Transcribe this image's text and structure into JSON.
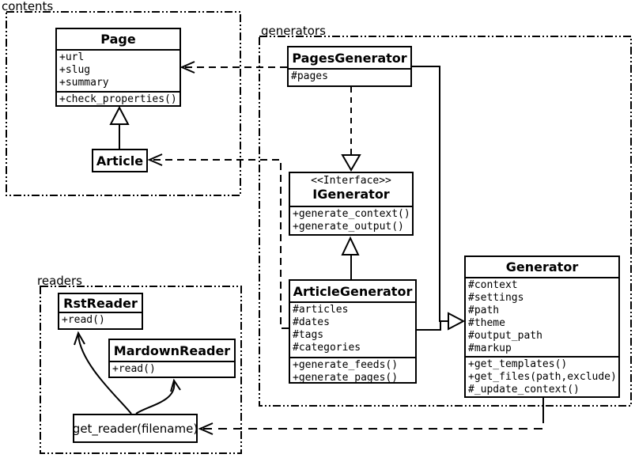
{
  "diagram_type": "uml-class-diagram",
  "colors": {
    "line": "#000000",
    "background": "#ffffff",
    "box_fill": "#ffffff",
    "text": "#000000"
  },
  "packages": {
    "contents": {
      "label": "contents"
    },
    "generators": {
      "label": "generators"
    },
    "readers": {
      "label": "readers"
    }
  },
  "classes": {
    "page": {
      "title": "Page",
      "attrs": [
        "+url",
        "+slug",
        "+summary"
      ],
      "methods": [
        "+check_properties()"
      ]
    },
    "article": {
      "title": "Article"
    },
    "pages_generator": {
      "title": "PagesGenerator",
      "attrs": [
        "#pages"
      ]
    },
    "igenerator": {
      "stereotype": "<<Interface>>",
      "title": "IGenerator",
      "methods": [
        "+generate_context()",
        "+generate_output()"
      ]
    },
    "article_generator": {
      "title": "ArticleGenerator",
      "attrs": [
        "#articles",
        "#dates",
        "#tags",
        "#categories"
      ],
      "methods": [
        "+generate_feeds()",
        "+generate_pages()"
      ]
    },
    "generator": {
      "title": "Generator",
      "attrs": [
        "#context",
        "#settings",
        "#path",
        "#theme",
        "#output_path",
        "#markup"
      ],
      "methods": [
        "+get_templates()",
        "+get_files(path,exclude)",
        "#_update_context()"
      ]
    },
    "rst_reader": {
      "title": "RstReader",
      "methods": [
        "+read()"
      ]
    },
    "mardown_reader": {
      "title": "MardownReader",
      "methods": [
        "+read()"
      ]
    },
    "get_reader": {
      "label": "get_reader(filename)"
    }
  },
  "relations": [
    {
      "from": "Article",
      "to": "Page",
      "type": "inheritance"
    },
    {
      "from": "PagesGenerator",
      "to": "IGenerator",
      "type": "realization"
    },
    {
      "from": "ArticleGenerator",
      "to": "IGenerator",
      "type": "inheritance"
    },
    {
      "from": "PagesGenerator",
      "to": "Generator",
      "type": "inheritance"
    },
    {
      "from": "ArticleGenerator",
      "to": "Generator",
      "type": "inheritance"
    },
    {
      "from": "PagesGenerator",
      "to": "Page",
      "type": "dependency"
    },
    {
      "from": "ArticleGenerator",
      "to": "Article",
      "type": "dependency"
    },
    {
      "from": "Generator",
      "to": "get_reader(filename)",
      "type": "dependency"
    },
    {
      "from": "get_reader(filename)",
      "to": "RstReader",
      "type": "association"
    },
    {
      "from": "get_reader(filename)",
      "to": "MardownReader",
      "type": "association"
    }
  ]
}
